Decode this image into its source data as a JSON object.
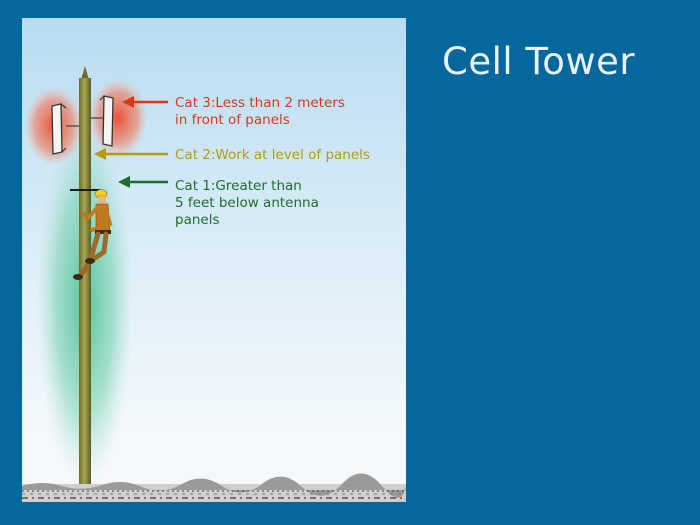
{
  "slide": {
    "title": "Cell Tower"
  },
  "categories": {
    "cat3": {
      "line1": "Cat 3:Less than 2 meters",
      "line2": "in front of panels",
      "color": "#d63a1c"
    },
    "cat2": {
      "line1": "Cat 2:Work at level of panels",
      "color": "#b59a12"
    },
    "cat1": {
      "line1": "Cat 1:Greater than",
      "line2": "5 feet below antenna",
      "line3": "panels",
      "color": "#1f6d2a"
    }
  },
  "colors": {
    "background": "#05679b",
    "pole": "#8a8a3a",
    "red_zone": "#ee5a3c",
    "green_zone": "#5fc9a2",
    "worker_shirt": "#c07a1e",
    "hard_hat": "#f2d21c"
  }
}
